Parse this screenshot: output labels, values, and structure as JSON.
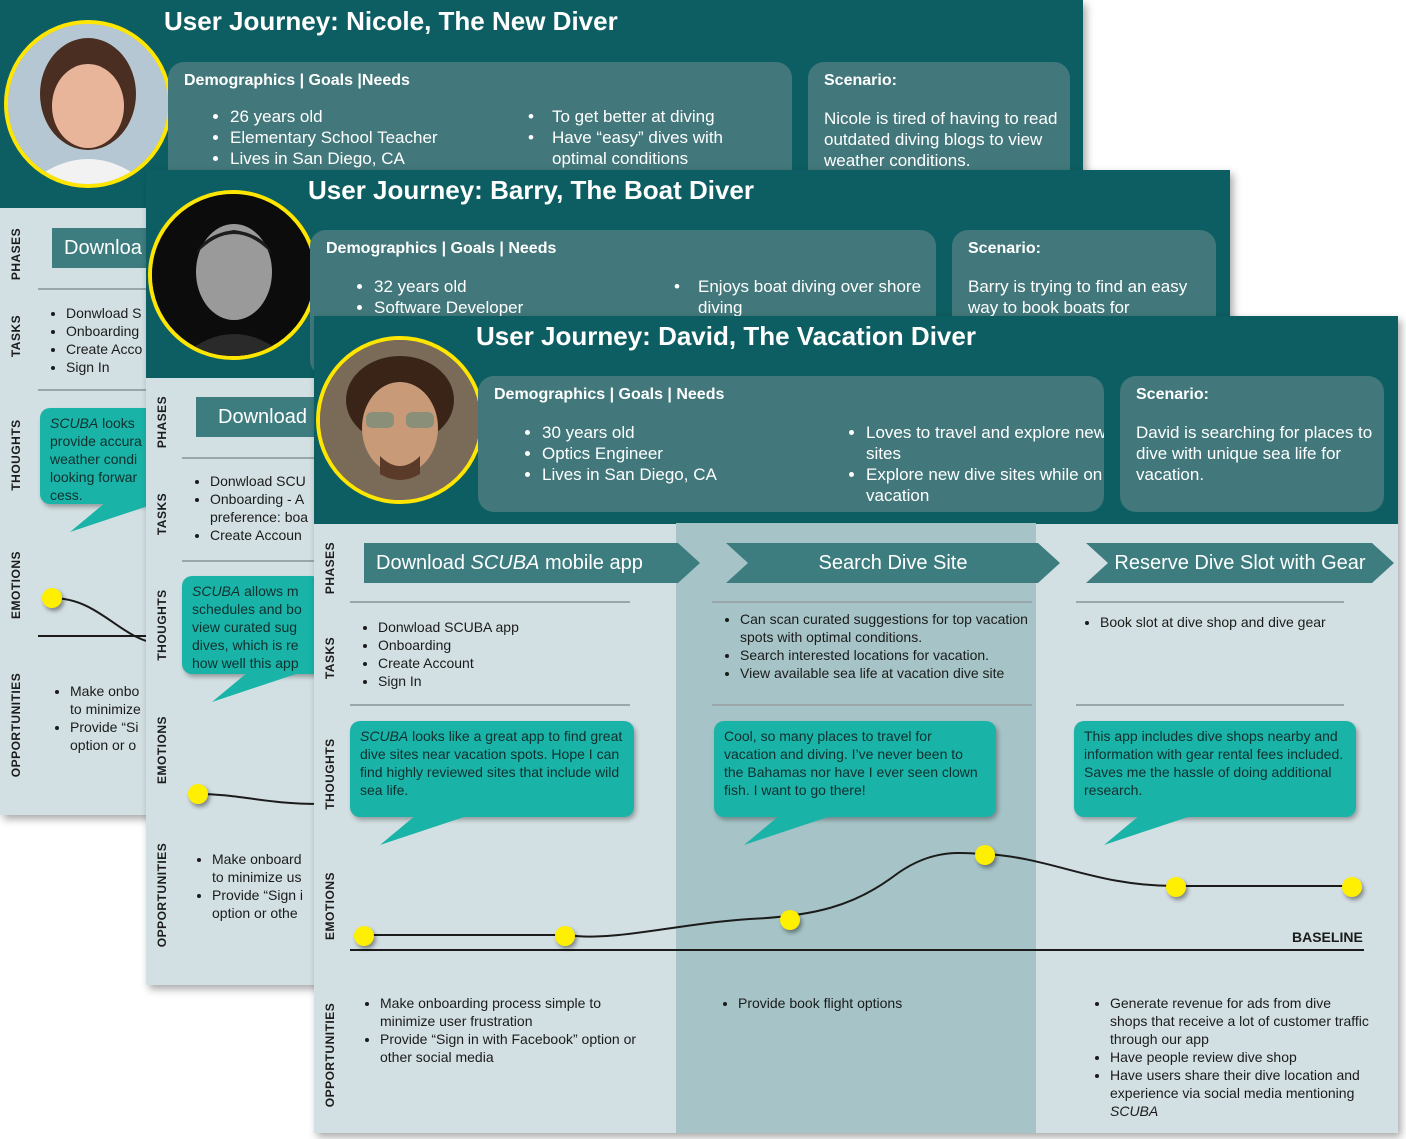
{
  "row_labels": {
    "phases": "PHASES",
    "tasks": "TASKS",
    "thoughts": "THOUGHTS",
    "emotions": "EMOTIONS",
    "opportunities": "OPPORTUNITIES"
  },
  "nicole": {
    "title": "User Journey: Nicole, The New Diver",
    "demo_heading": "Demographics | Goals |Needs",
    "demo_left": [
      "26 years old",
      "Elementary School Teacher",
      "Lives in San Diego, CA"
    ],
    "demo_right": [
      "To get better at diving",
      "Have “easy” dives with",
      "optimal conditions"
    ],
    "scenario_heading": "Scenario:",
    "scenario_text": "Nicole is tired of having to read outdated diving blogs to view weather conditions.",
    "phase1": "Downloa",
    "tasks": [
      "Donwload S",
      "Onboarding",
      "Create Acco",
      "Sign In"
    ],
    "thought_html": "<em>SCUBA</em> looks<br>provide accura<br>weather condi<br>looking forwar<br>cess.",
    "opps": [
      "Make onbo<br>to minimize",
      "Provide “Si<br>option or o"
    ]
  },
  "barry": {
    "title": "User Journey: Barry, The Boat Diver",
    "demo_heading": "Demographics | Goals | Needs",
    "demo_left": [
      "32 years old",
      "Software Developer"
    ],
    "demo_right": [
      "Enjoys boat diving over shore",
      "diving"
    ],
    "scenario_heading": "Scenario:",
    "scenario_text": "Barry is trying to find an easy way to book boats for",
    "phase1": "Download",
    "tasks": [
      "Donwload SCU",
      "Onboarding - A<br>preference: boa",
      "Create Accoun"
    ],
    "thought_html": "<em>SCUBA</em> allows m<br>schedules and bo<br>view curated sug<br>dives, which is re<br>how well this app",
    "opps": [
      "Make onboard<br>to minimize us",
      "Provide “Sign i<br>option or othe"
    ]
  },
  "david": {
    "title": "User Journey: David, The Vacation Diver",
    "demo_heading": "Demographics | Goals | Needs",
    "demo_left": [
      "30 years old",
      "Optics Engineer",
      "Lives in San Diego, CA"
    ],
    "demo_right": [
      "Loves to travel and explore new sites",
      "Explore new dive sites while on vacation"
    ],
    "scenario_heading": "Scenario:",
    "scenario_text": "David is searching for places to dive with unique sea life for vacation.",
    "phases": [
      {
        "html": "Download <em>SCUBA</em> mobile app"
      },
      {
        "html": "Search Dive Site"
      },
      {
        "html": "Reserve Dive Slot with Gear"
      }
    ],
    "tasks": [
      [
        "Donwload SCUBA app",
        "Onboarding",
        "Create Account",
        "Sign In"
      ],
      [
        "Can scan curated suggestions for top vacation spots with optimal conditions.",
        "Search interested locations for vacation.",
        "View available sea life at vacation dive site"
      ],
      [
        "Book slot at dive shop and dive gear"
      ]
    ],
    "thoughts": [
      "<em>SCUBA</em> looks like a great app to find great dive sites near vacation spots. Hope I can find highly reviewed sites that include wild sea life.",
      "Cool, so many places to travel for vacation and diving.  I’ve never been to the Bahamas nor have I ever seen clown fish.  I want to go there!",
      "This app includes dive shops nearby and information with gear rental fees included.   Saves me the hassle of doing additional research."
    ],
    "baseline_label": "BASELINE",
    "opportunities": [
      [
        "Make onboarding process simple to minimize user frustration",
        "Provide “Sign in with Facebook” option or other social media"
      ],
      [
        "Provide book flight options"
      ],
      [
        "Generate revenue for ads from dive shops that receive a lot of customer traffic through our app",
        "Have people review dive shop",
        "Have users share their dive location and experience via social media mentioning <em>SCUBA</em>"
      ]
    ]
  },
  "colors": {
    "header": "#0d5e62",
    "panel": "#42787b",
    "phase": "#3d7d7f",
    "bubble": "#1ab3a8",
    "dot": "#ffef00",
    "band": "#a6c4c7"
  }
}
